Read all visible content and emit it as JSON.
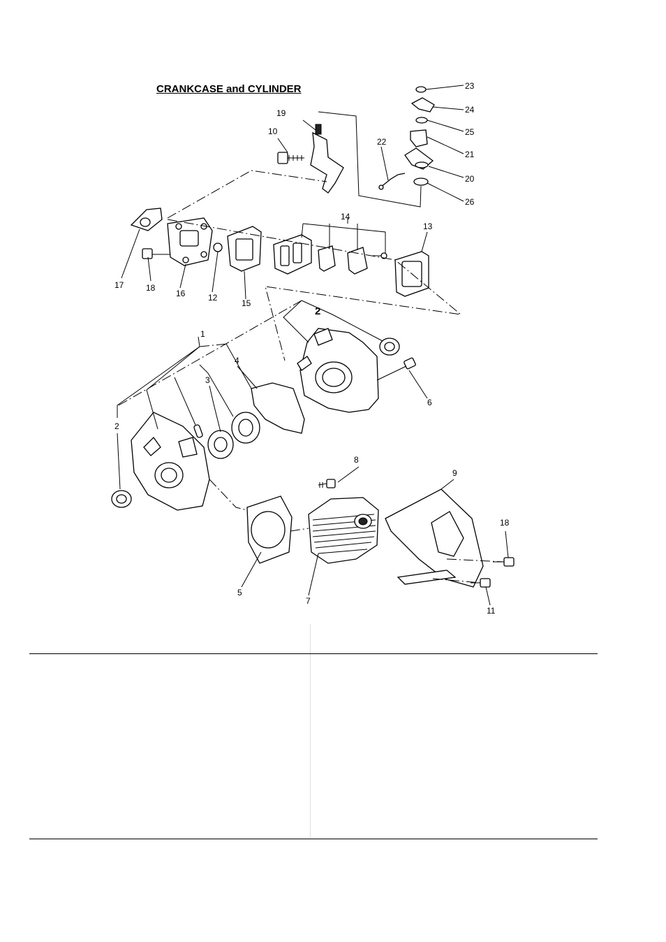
{
  "title": "CRANKCASE  and CYLINDER",
  "callouts": {
    "c1": "1",
    "c2a": "2",
    "c2b": "2",
    "c3": "3",
    "c4": "4",
    "c5": "5",
    "c6": "6",
    "c7": "7",
    "c8": "8",
    "c9": "9",
    "c10": "10",
    "c11": "11",
    "c12": "12",
    "c13": "13",
    "c14": "14",
    "c15": "15",
    "c16": "16",
    "c17": "17",
    "c18a": "18",
    "c18b": "18",
    "c19": "19",
    "c20": "20",
    "c21": "21",
    "c22": "22",
    "c23": "23",
    "c24": "24",
    "c25": "25",
    "c26": "26"
  }
}
